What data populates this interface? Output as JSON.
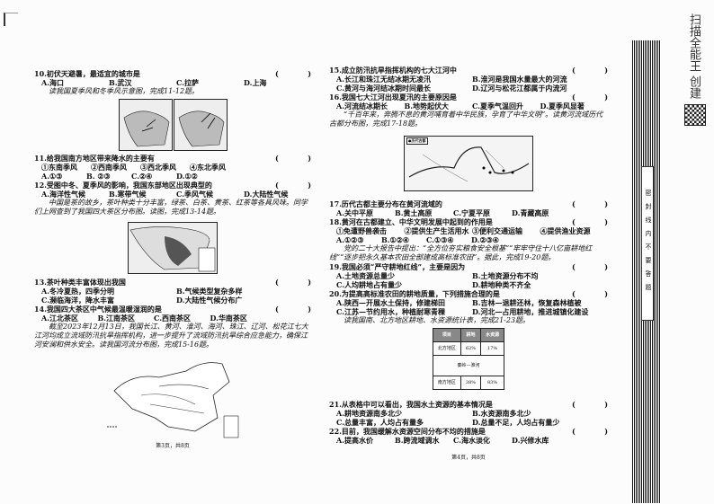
{
  "left_page": {
    "q10": {
      "stem": "10.初伏天避暑，最适宜的城市是",
      "options": [
        "A.海口",
        "B.武汉",
        "C.拉萨",
        "D.上海"
      ]
    },
    "intro_11_12": "读我国夏季风和冬季风示意图，完成11-12题。",
    "q11": {
      "stem": "11.给我国南方地区带来降水的主要有",
      "items": [
        "①东南季风",
        "②西南季风",
        "③西北季风",
        "④东北季风"
      ],
      "options": [
        "A.①③",
        "B. ②③",
        "C.②④",
        "D.①②"
      ]
    },
    "q12": {
      "stem": "12.受图中冬、夏季风的影响，我国东部地区出现典型的",
      "options": [
        "A.海洋性气候",
        "B.寒带气候",
        "C.季风气候",
        "D.大陆性气候"
      ]
    },
    "passage_13_14": "中国是茶的故乡，茶叶种类十分丰富，绿茶、白茶、黄茶、红茶等各具风味。同学们上网查到了我国四大茶区分布图。读图，完成13-14题。",
    "q13": {
      "stem": "13.茶叶种类丰富体现出我国",
      "options": [
        "A.冬冷夏热，四季分明",
        "B.气候类型复杂多样",
        "C.濒临海洋，降水丰富",
        "D.大陆性气候分布广"
      ]
    },
    "q14": {
      "stem": "14.我国四大茶区中气候最温暖湿润的是",
      "options": [
        "A.江北茶区",
        "B.江南茶区",
        "C.西南茶区",
        "D.华南茶区"
      ]
    },
    "passage_15_16": "截至2023年12月13日，我国长江、黄河、淮河、海河、珠江、辽河、松花江七大江河均成立流域防汛抗旱指挥机构，进一步提升了流域防汛抗旱综合应急能力，确保江河安澜和供水安全。读我国河流分布图，完成15-16题。",
    "footer": "第3页，共8页"
  },
  "right_page": {
    "q15": {
      "stem": "15.成立防汛抗旱指挥机构的七大江河中",
      "options": [
        "A.长江和珠江无结冰期无凌汛",
        "B.淮河是我国水量最大的河流",
        "C.黄河与海河结冰期时间最长",
        "D.辽河与松花江都属于内流河"
      ]
    },
    "q16": {
      "stem": "16.我国七大江河出现夏汛的主要原因是",
      "options": [
        "A.河流结冰期长",
        "B.地势起伏大",
        "C.夏季气温回升",
        "D.夏季风显著"
      ]
    },
    "passage_17_18": "“千百年来，奔腾不息的黄河哺育着中华民族，孕育了中华文明”。读黄河流域历代古都分布图，完成17-18题。",
    "map_legend": "●历代古都",
    "q17": {
      "stem": "17.历代古都主要分布在黄河流域的",
      "options": [
        "A.关中平原",
        "B.黄土高原",
        "C.宁夏平原",
        "D.青藏高原"
      ]
    },
    "q18": {
      "stem": "18.黄河在古都建立、中华文明发展中起到的作用是",
      "items": [
        "①免遭野兽袭击",
        "②提供生产生活用水",
        "③便利交通运输",
        "④提供渔业资源"
      ],
      "options": [
        "A.①②③",
        "B.①②④",
        "C.①③④",
        "D.②③④"
      ]
    },
    "passage_19_20": "党的二十大报告中提出：“全方位夯实粮食安全根基”“牢牢守住十八亿亩耕地红线”“逐步把永久基本农田全部建成高标准农田”。据此，完成19-20题。",
    "q19": {
      "stem": "19.我国必须“严守耕地红线”，主要是因为",
      "options": [
        "A.土地资源总量少",
        "B.土地资源分布不均",
        "C.人均耕地占有量少",
        "D.耕地种类不齐全"
      ]
    },
    "q20": {
      "stem": "20.为提高高标准农田的耕地质量，下列措施合理的是",
      "options": [
        "A.陕西—开展水土保持，修建梯田",
        "B.吉林—退耕还林，恢复森林植被",
        "C.江苏—节约用水，种植耐寒青稞",
        "D.河北—占用耕地，推进城镇化建设"
      ]
    },
    "intro_21_23": "读我国南、北方地区耕地、水资源统计表，完成21-23题。",
    "table": {
      "headers": [
        "项目",
        "耕地",
        "水资源"
      ],
      "north": {
        "label": "北方地区",
        "farmland": "62%",
        "water": "17%"
      },
      "divider": "秦岭—淮河",
      "south": {
        "label": "南方地区",
        "farmland": "38%",
        "water": "83%"
      }
    },
    "q21": {
      "stem": "21.从表格中可以看出，我国水土资源的基本情况是",
      "options": [
        "A.耕地资源南多北少",
        "B.水资源南多北少",
        "C.总量丰富，人均占有量多",
        "D.总量不足，人均占有量少"
      ]
    },
    "q22": {
      "stem": "22.目前，我国缓解水资源空间分布不均的措施是",
      "options": [
        "A.提高水价",
        "B.跨流域调水",
        "C.海水淡化",
        "D.兴修水库"
      ]
    },
    "footer": "第4页，共8页"
  },
  "binding_strip": {
    "label": "密封线内不要答题"
  },
  "scanner_brand": "扫描全能王 创建"
}
